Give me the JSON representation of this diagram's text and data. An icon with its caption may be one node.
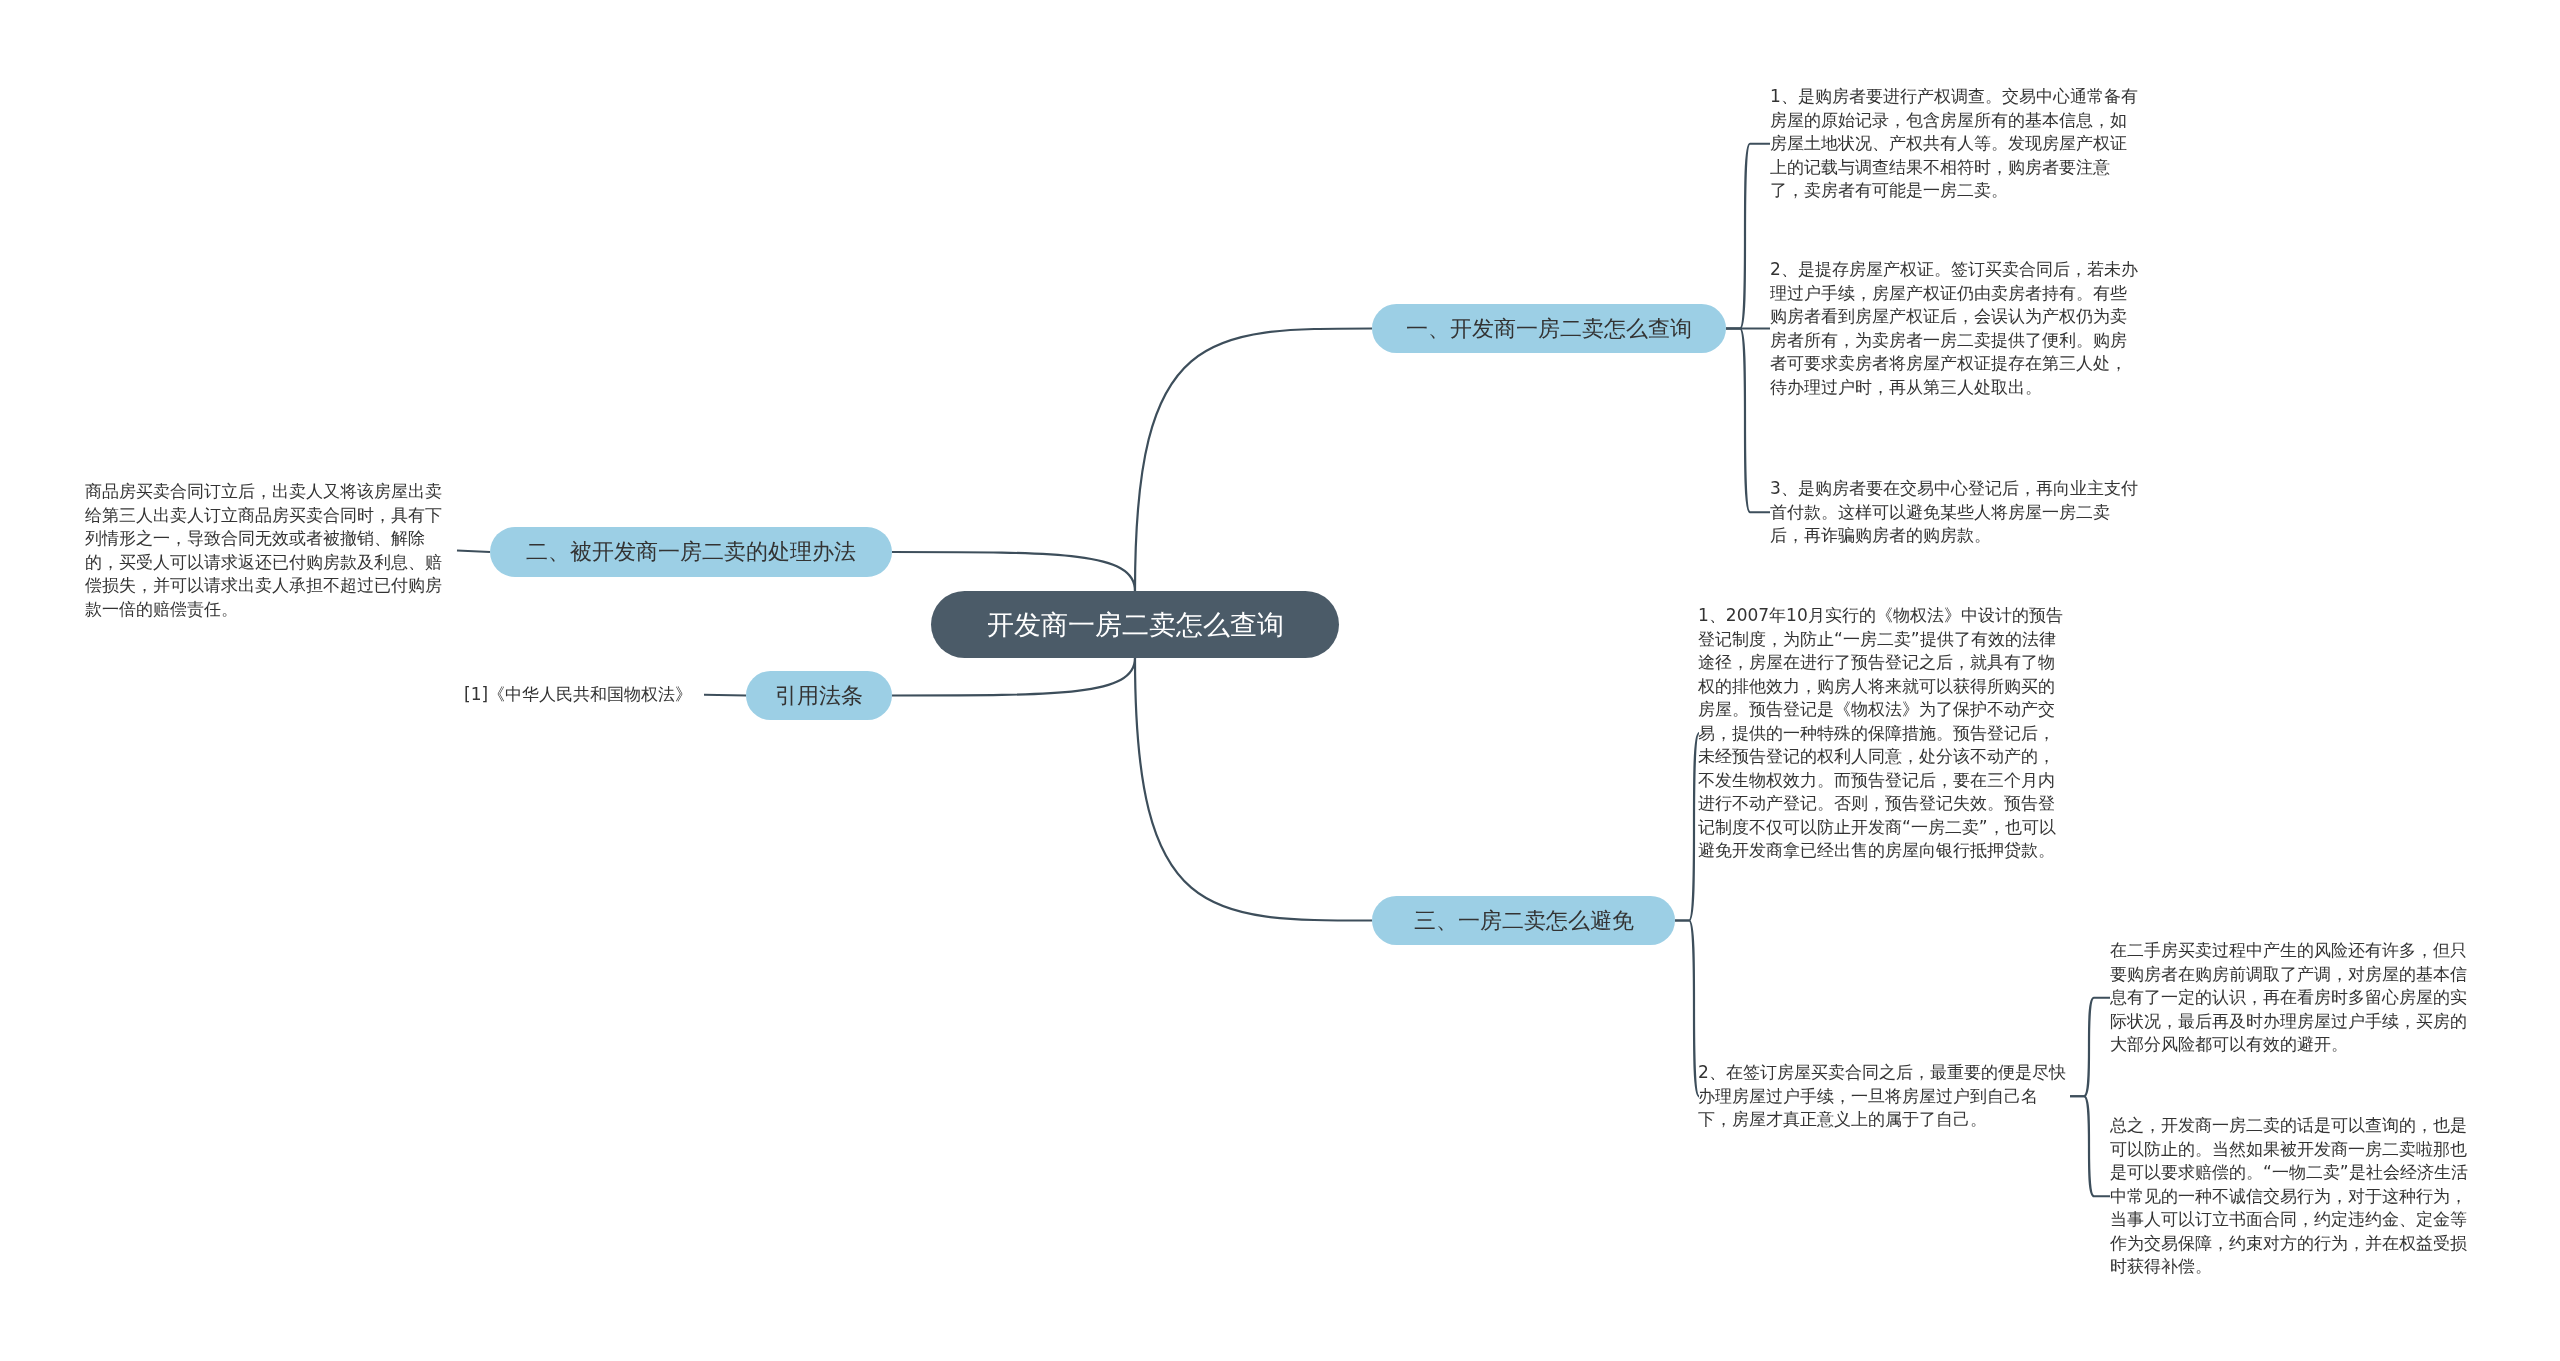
{
  "diagram": {
    "nodes": [
      {
        "text": [
          "开发商一房二卖怎么查询"
        ]
      },
      {
        "text": [
          "一、开发商一房二卖怎么查询"
        ]
      },
      {
        "text": [
          "1、是购房者要进行产权调查。交易中心通常备有房屋的原始记录，包含房屋所有的基本信息，如房屋土地状况、产权共有人等。发现房屋产权证上的记载与调查结果不相符时，购房者要注意了，卖房者有可能是一房二卖。"
        ]
      },
      {
        "text": [
          "2、是提存房屋产权证。签订买卖合同后，若未办理过户手续，房屋产权证仍由卖房者持有。有些购房者看到房屋产权证后，会误认为产权仍为卖房者所有，为卖房者一房二卖提供了便利。购房者可要求卖房者将房屋产权证提存在第三人处，待办理过户时，再从第三人处取出。"
        ]
      },
      {
        "text": [
          "3、是购房者要在交易中心登记后，再向业主支付首付款。这样可以避免某些人将房屋一房二卖后，再诈骗购房者的购房款。"
        ]
      },
      {
        "text": [
          "二、被开发商一房二卖的处理办法"
        ]
      },
      {
        "text": [
          "商品房买卖合同订立后，出卖人又将该房屋出卖给第三人出卖人订立商品房买卖合同时，具有下列情形之一，导致合同无效或者被撤销、解除的，买受人可以请求返还已付购房款及利息、赔偿损失，并可以请求出卖人承担不超过已付购房款一倍的赔偿责任。"
        ]
      },
      {
        "text": [
          "引用法条"
        ]
      },
      {
        "text": [
          "[1]《中华人民共和国物权法》"
        ]
      },
      {
        "text": [
          "三、一房二卖怎么避免"
        ]
      },
      {
        "text": [
          "1、2007年10月实行的《物权法》中设计的预告登记制度，为防止“一房二卖”提供了有效的法律途径，房屋在进行了预告登记之后，就具有了物权的排他效力，购房人将来就可以获得所购买的房屋。预告登记是《物权法》为了保护不动产交易，提供的一种特殊的保障措施。预告登记后，未经预告登记的权利人同意，处分该不动产的，不发生物权效力。而预告登记后，要在三个月内进行不动产登记。否则，预告登记失效。预告登记制度不仅可以防止开发商“一房二卖”，也可以避免开发商拿已经出售的房屋向银行抵押贷款。"
        ]
      },
      {
        "text": [
          "2、在签订房屋买卖合同之后，最重要的便是尽快办理房屋过户手续，一旦将房屋过户到自己名下，房屋才真正意义上的属于了自己。"
        ]
      },
      {
        "text": [
          "在二手房买卖过程中产生的风险还有许多，但只要购房者在购房前调取了产调，对房屋的基本信息有了一定的认识，再在看房时多留心房屋的实际状况，最后再及时办理房屋过户手续，买房的大部分风险都可以有效的避开。"
        ]
      },
      {
        "text": [
          "总之，开发商一房二卖的话是可以查询的，也是可以防止的。当然如果被开发商一房二卖啦那也是可以要求赔偿的。“一物二卖”是社会经济生活中常见的一种不诚信交易行为，对于这种行为，当事人可以订立书面合同，约定违约金、定金等作为交易保障，约束对方的行为，并在权益受损时获得补偿。"
        ]
      }
    ],
    "edges": [
      {
        "from": 0,
        "to": 1,
        "arrow": "none"
      },
      {
        "from": 1,
        "to": 2,
        "arrow": "none"
      },
      {
        "from": 1,
        "to": 3,
        "arrow": "none"
      },
      {
        "from": 1,
        "to": 4,
        "arrow": "none"
      },
      {
        "from": 0,
        "to": 5,
        "arrow": "none"
      },
      {
        "from": 5,
        "to": 6,
        "arrow": "none"
      },
      {
        "from": 0,
        "to": 7,
        "arrow": "none"
      },
      {
        "from": 7,
        "to": 8,
        "arrow": "none"
      },
      {
        "from": 0,
        "to": 9,
        "arrow": "none"
      },
      {
        "from": 9,
        "to": 10,
        "arrow": "none"
      },
      {
        "from": 9,
        "to": 11,
        "arrow": "none"
      },
      {
        "from": 11,
        "to": 12,
        "arrow": "none"
      },
      {
        "from": 11,
        "to": 13,
        "arrow": "none"
      }
    ]
  }
}
